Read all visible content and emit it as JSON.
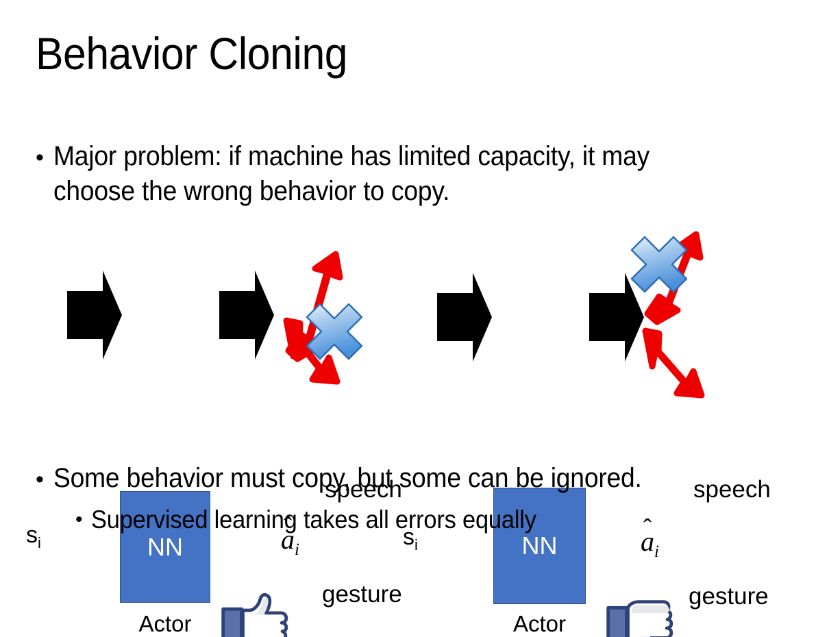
{
  "slide": {
    "title": "Behavior Cloning",
    "background_color": "#FFFFFF"
  },
  "bullets": {
    "top": "Major problem: if machine has limited capacity, it may choose the wrong behavior to copy.",
    "middle": "Some behavior must copy, but some can be ignored.",
    "sub": "Supervised learning takes all errors equally",
    "marker": "•"
  },
  "colors": {
    "nn_box_fill": "#4472C4",
    "nn_box_border": "#2F528F",
    "arrow_black": "#000000",
    "arrow_red": "#EE0000",
    "cross_blue_light": "#D6E6F8",
    "cross_blue_mid": "#5B9BD5",
    "cross_blue_outline": "#2E6FB7",
    "thumb_outline": "#3B5998",
    "thumb_fill": "#FFFFFF",
    "thumb_cuff": "#5B6FA8",
    "text_black": "#000000",
    "nn_text": "#FFFFFF"
  },
  "diagrams": [
    {
      "id": "left",
      "state_label": "s",
      "state_subscript": "i",
      "nn_label": "NN",
      "actor_label": "Actor",
      "action_label": "a",
      "action_subscript": "i",
      "action_hat": "̂",
      "branches": [
        {
          "name": "speech",
          "label": "speech",
          "crossed": false
        },
        {
          "name": "gesture",
          "label": "gesture",
          "crossed": true
        }
      ],
      "feedback_icon": "thumbs-up-icon",
      "feedback_value": "positive"
    },
    {
      "id": "right",
      "state_label": "s",
      "state_subscript": "i",
      "nn_label": "NN",
      "actor_label": "Actor",
      "action_label": "a",
      "action_subscript": "i",
      "action_hat": "̂",
      "branches": [
        {
          "name": "speech",
          "label": "speech",
          "crossed": true
        },
        {
          "name": "gesture",
          "label": "gesture",
          "crossed": false
        }
      ],
      "feedback_icon": "thumbs-down-icon",
      "feedback_value": "negative"
    }
  ]
}
